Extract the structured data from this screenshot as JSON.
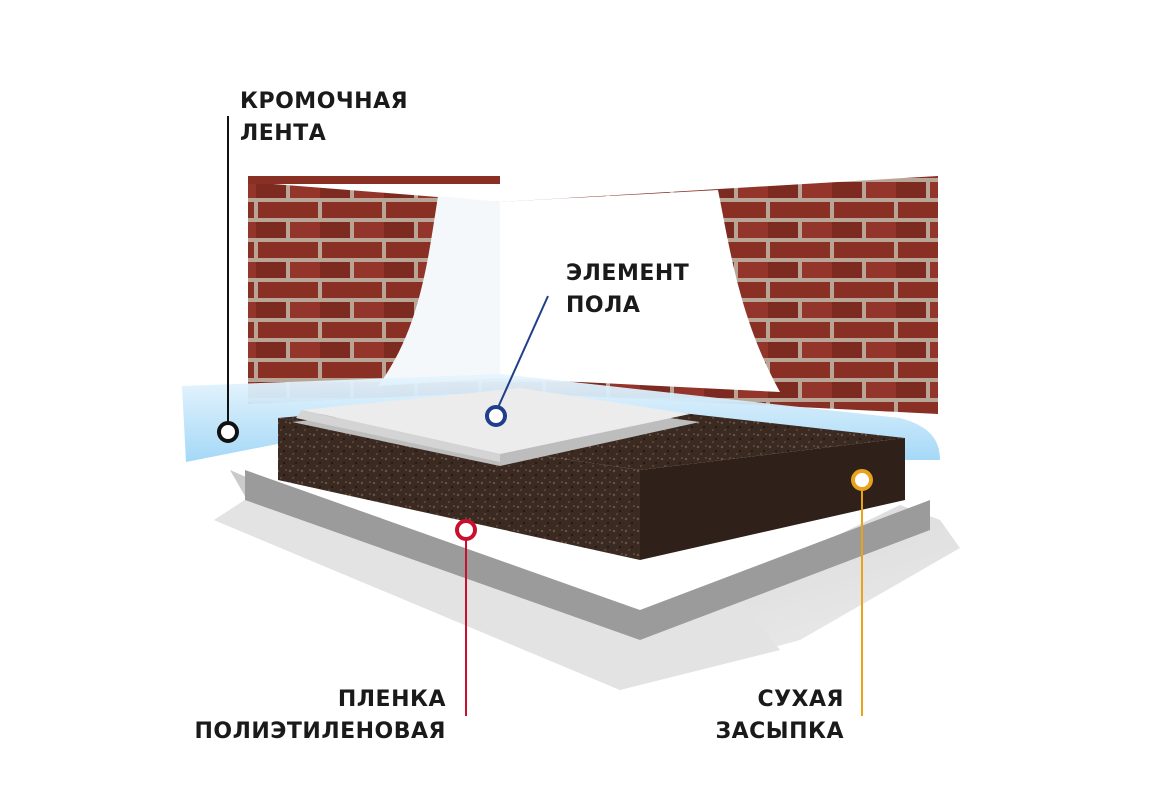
{
  "labels": {
    "edge_tape": {
      "line1": "КРОМОЧНАЯ",
      "line2": "ЛЕНТА"
    },
    "floor_element": {
      "line1": "ЭЛЕМЕНТ",
      "line2": "ПОЛА"
    },
    "poly_film": {
      "line1": "ПЛЕНКА",
      "line2": "ПОЛИЭТИЛЕНОВАЯ"
    },
    "dry_backfill": {
      "line1": "СУХАЯ",
      "line2": "ЗАСЫПКА"
    }
  },
  "colors": {
    "brick": "#8a2f24",
    "mortar": "#b8a596",
    "tape": "#bfe4fb",
    "panel": "#ececec",
    "backfill": "#3b2a22",
    "film": "#d9d9d9",
    "edge_tape_marker": "#111111",
    "floor_element_marker": "#1f3f8a",
    "poly_film_marker": "#c8102e",
    "dry_backfill_marker": "#e9a21c"
  }
}
